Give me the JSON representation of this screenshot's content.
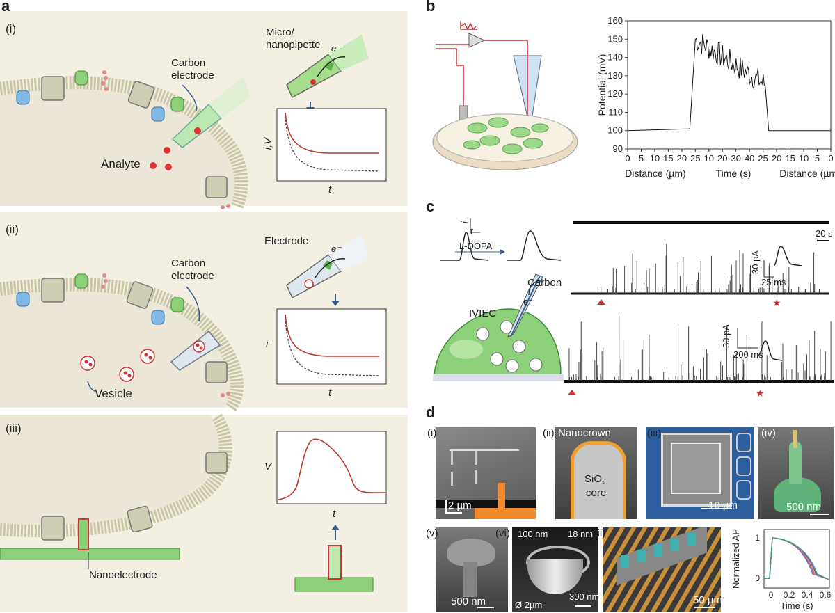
{
  "panels": {
    "a": {
      "letter": "a",
      "sub_i": {
        "label": "(i)",
        "carbon_electrode": "Carbon electrode",
        "analyte": "Analyte",
        "pipette": "Micro/ nanopipette",
        "electron": "e⁻",
        "y_axis": "i,V",
        "x_axis": "t"
      },
      "sub_ii": {
        "label": "(ii)",
        "electrode": "Electrode",
        "carbon_electrode": "Carbon electrode",
        "vesicle": "Vesicle",
        "electron": "e⁻",
        "y_axis": "i",
        "x_axis": "t"
      },
      "sub_iii": {
        "label": "(iii)",
        "nanoelectrode": "Nanoelectrode",
        "y_axis": "V",
        "x_axis": "t"
      }
    },
    "b": {
      "letter": "b",
      "chart_data": {
        "type": "line",
        "ylabel": "Potential (mV)",
        "ylim": [
          90,
          160
        ],
        "yticks": [
          90,
          100,
          110,
          120,
          130,
          140,
          150,
          160
        ],
        "xticks": [
          "0",
          "5",
          "10",
          "15",
          "20",
          "25",
          "10",
          "20",
          "30",
          "40",
          "25",
          "20",
          "15",
          "10",
          "5",
          "0"
        ],
        "xlabels": [
          "Distance (µm)",
          "Time (s)",
          "Distance (µm)"
        ]
      }
    },
    "c": {
      "letter": "c",
      "l_dopa": "L-DOPA",
      "inset_i": "i",
      "inset_t": "t",
      "carbon": "Carbon",
      "electron": "e⁻",
      "iviec": "IVIEC",
      "scale_20s": "20 s",
      "scale_30pa_1": "30 pA",
      "scale_25ms": "25 ms",
      "scale_30pa_2": "30 pA",
      "scale_200ms": "200 ms"
    },
    "d": {
      "letter": "d",
      "i": {
        "label": "(i)",
        "scale": "2 µm"
      },
      "ii": {
        "label": "(ii)",
        "nanocrown": "Nanocrown",
        "core_line1": "SiO₂",
        "core_line2": "core"
      },
      "iii": {
        "label": "(iii)",
        "scale": "10 µm"
      },
      "iv": {
        "label": "(iv)",
        "scale": "500 nm"
      },
      "v": {
        "label": "(v)",
        "scale": "500 nm"
      },
      "vi": {
        "label": "(vi)",
        "d1": "100 nm",
        "d2": "18 nm",
        "d3": "300 nm",
        "d4": "Ø 2µm"
      },
      "vii": {
        "label": "(vii)",
        "scale": "50 µm"
      },
      "ap_chart": {
        "type": "line",
        "ylabel": "Normalized AP",
        "xlabel": "Time (s)",
        "xticks": [
          "0",
          "0.2",
          "0.4",
          "0.6"
        ],
        "yticks": [
          "0",
          "1"
        ]
      }
    }
  },
  "colors": {
    "panel_bg": "#f3efe3",
    "membrane": "#c9c7a6",
    "trace_red": "#c0392b",
    "green": "#8dd07a"
  }
}
